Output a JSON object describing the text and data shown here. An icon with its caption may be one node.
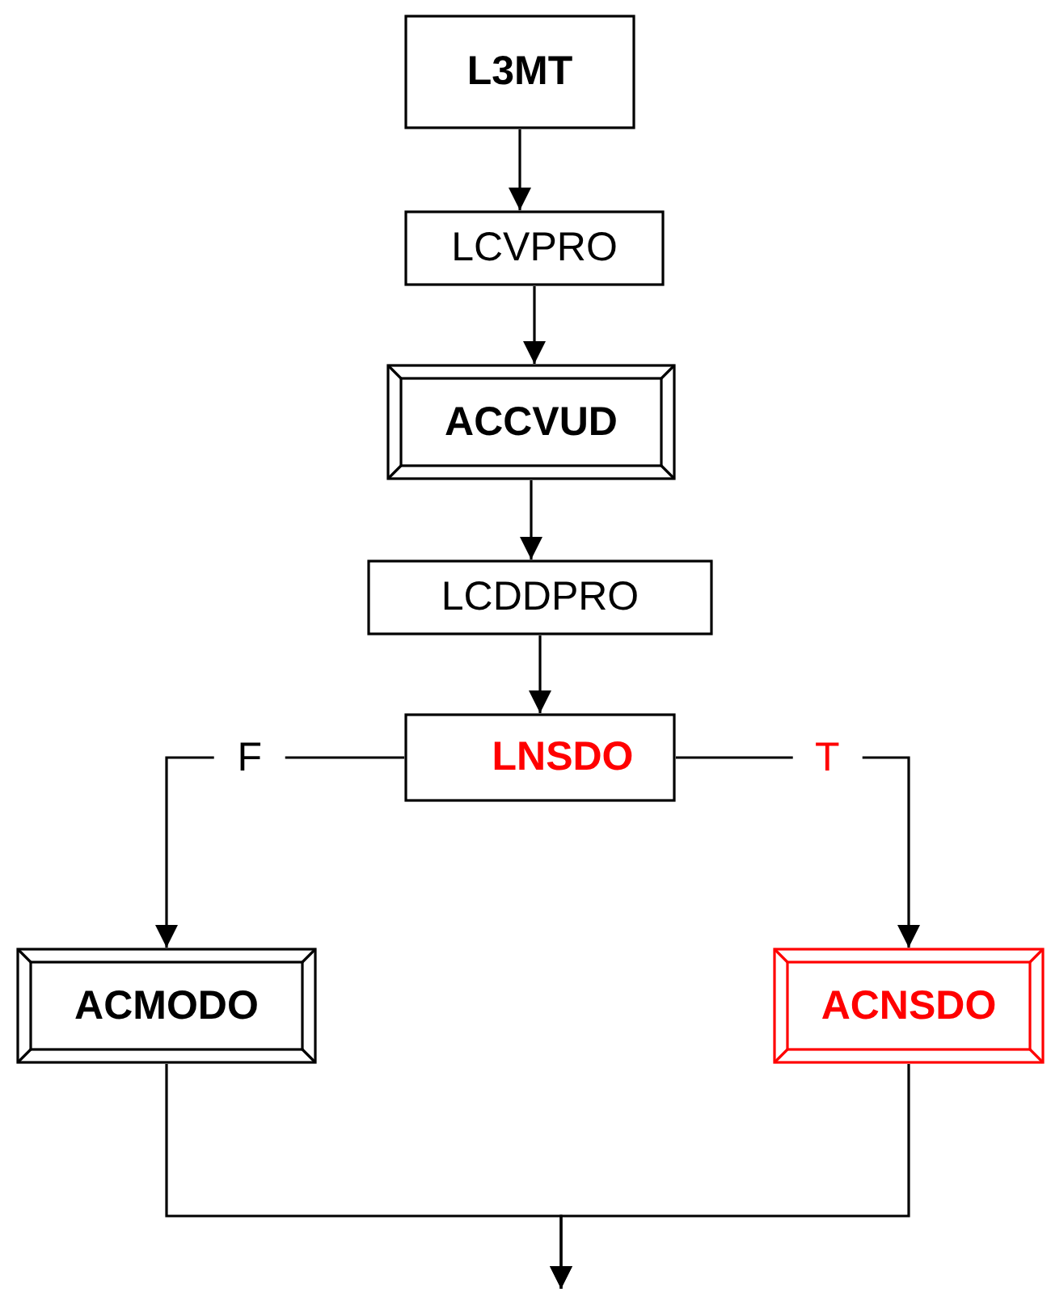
{
  "diagram": {
    "nodes": [
      {
        "text": [
          "L3MT"
        ]
      },
      {
        "text": [
          "LCVPRO"
        ]
      },
      {
        "text": [
          "ACCVUD"
        ]
      },
      {
        "text": [
          "LCDDPRO"
        ]
      },
      {
        "text": [
          "LNSDO"
        ]
      },
      {
        "text": [
          "ACMODO"
        ]
      },
      {
        "text": [
          "ACNSDO"
        ]
      }
    ],
    "edges": [
      {
        "from": 0,
        "to": 1,
        "arrow": "to"
      },
      {
        "from": 1,
        "to": 2,
        "arrow": "to"
      },
      {
        "from": 2,
        "to": 3,
        "arrow": "to"
      },
      {
        "from": 3,
        "to": 4,
        "arrow": "to"
      },
      {
        "from": 4,
        "to": 5,
        "arrow": "to",
        "label": "F"
      },
      {
        "from": 4,
        "to": 6,
        "arrow": "to",
        "label": "T"
      },
      {
        "from": 5,
        "to": null,
        "arrow": "to"
      },
      {
        "from": 6,
        "to": null,
        "arrow": "to"
      }
    ]
  }
}
